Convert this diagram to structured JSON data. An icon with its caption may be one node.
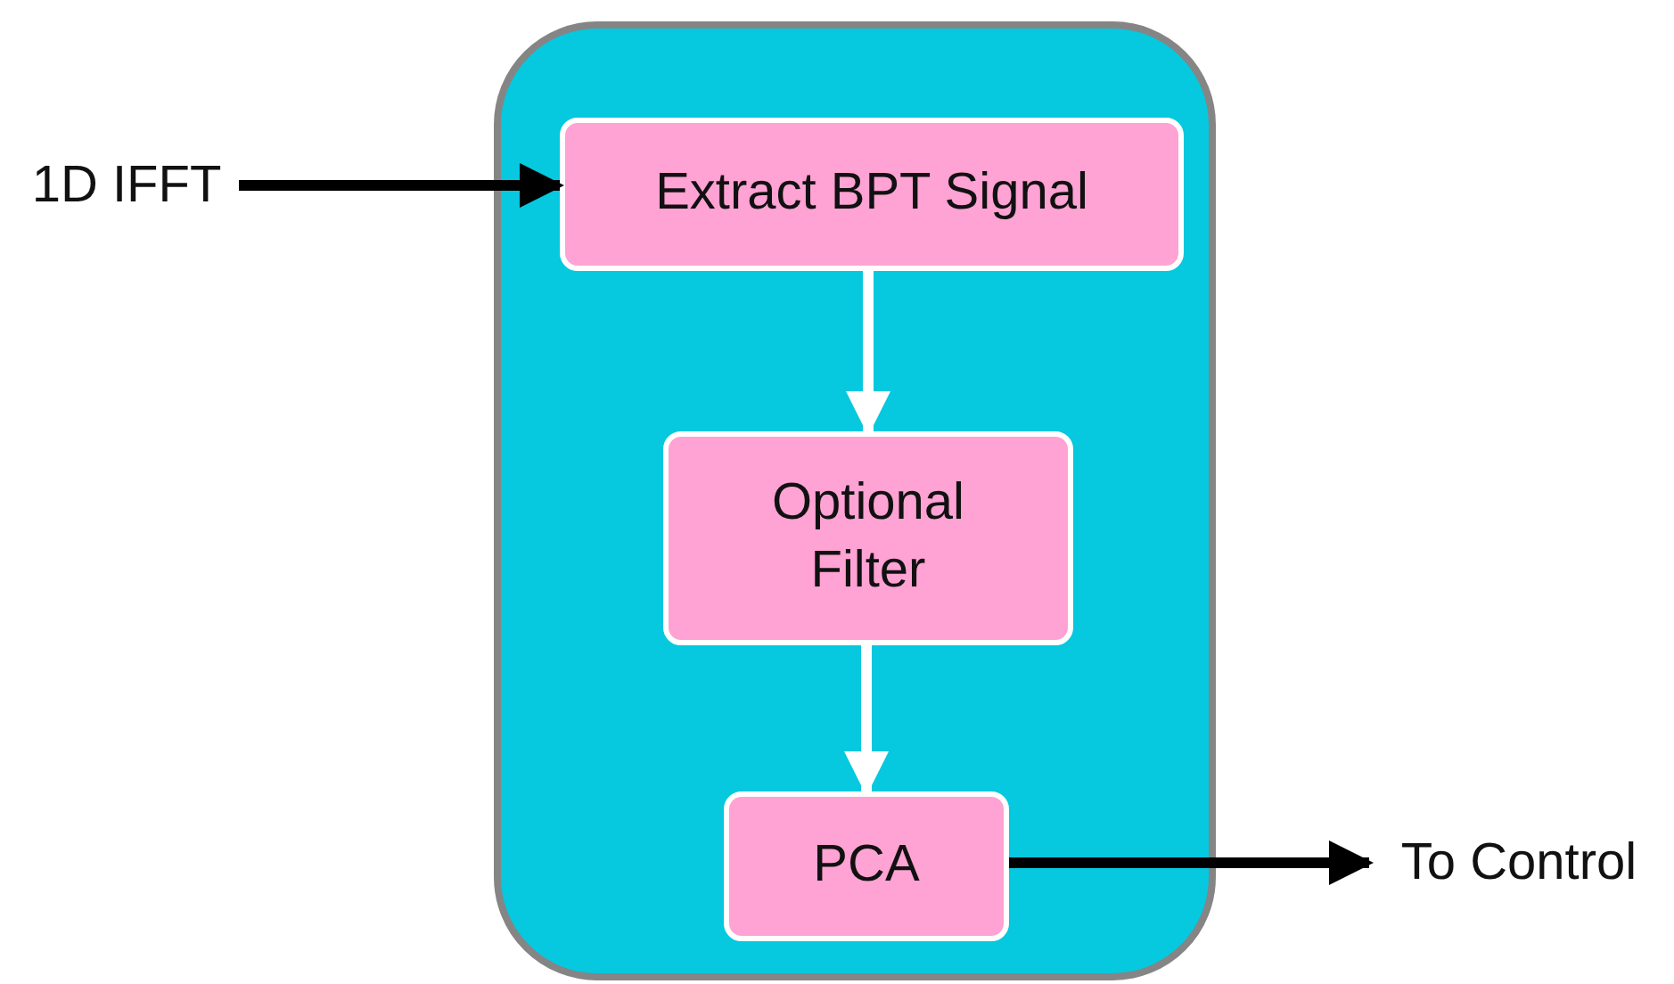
{
  "diagram": {
    "nodes": [
      {
        "text": [],
        "shape": "box"
      },
      {
        "text": [
          "Extract BPT Signal"
        ],
        "in": 0
      },
      {
        "text": [
          "Optional Filter"
        ],
        "in": 0
      },
      {
        "text": [
          "PCA"
        ],
        "in": 0
      },
      {
        "text": [
          "1D IFFT"
        ]
      },
      {
        "text": [
          "To Control"
        ]
      }
    ],
    "edges": [
      {
        "from": 4,
        "to": 1,
        "arrow": "to"
      },
      {
        "from": 1,
        "to": 2,
        "arrow": "to",
        "color": "#ffffff"
      },
      {
        "from": 2,
        "to": 3,
        "arrow": "to",
        "color": "#ffffff"
      },
      {
        "from": 3,
        "to": 5,
        "arrow": "to"
      }
    ]
  }
}
